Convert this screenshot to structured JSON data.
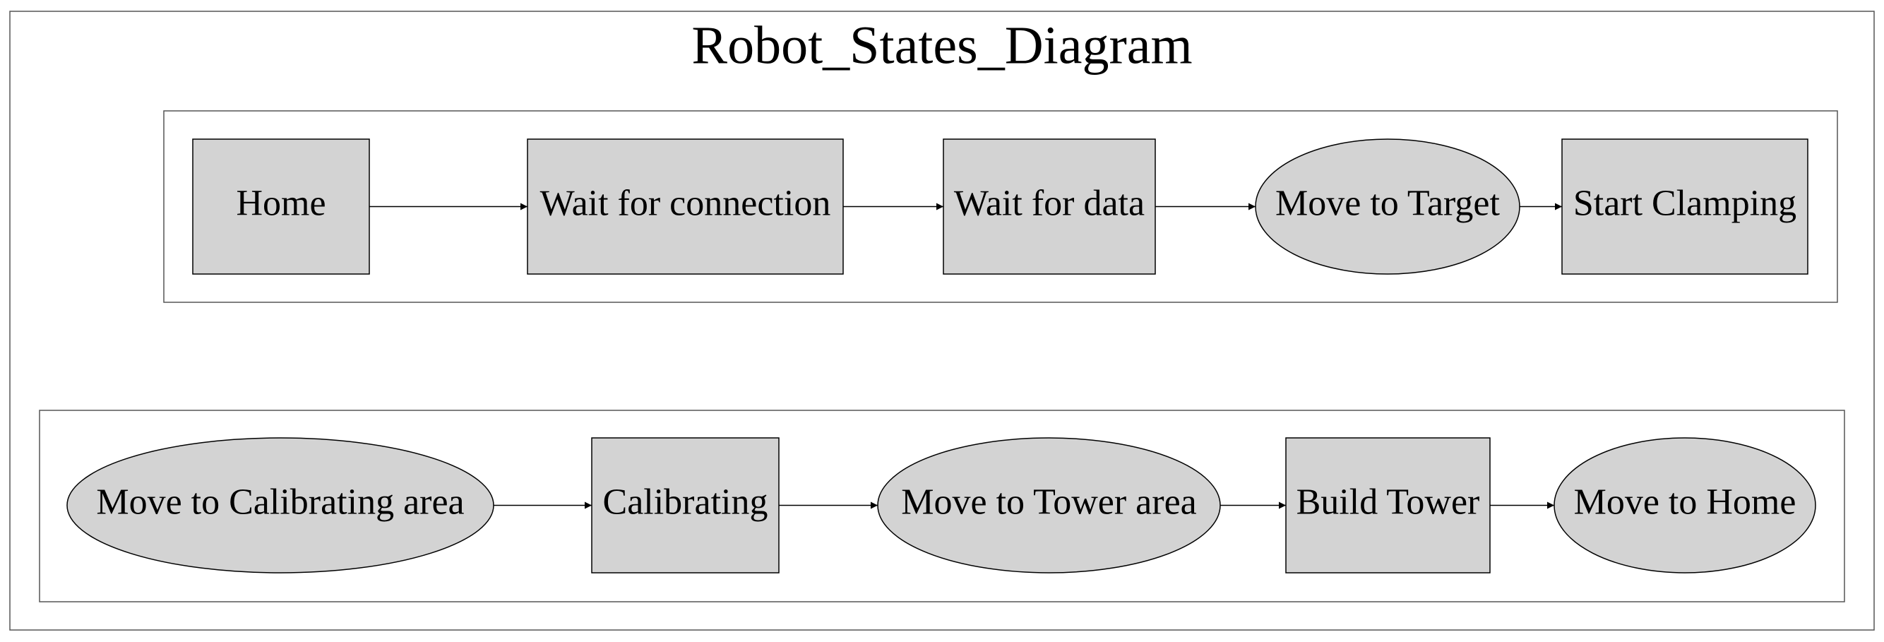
{
  "diagram": {
    "title": "Robot_States_Diagram",
    "colors": {
      "node_fill": "#d3d3d3",
      "stroke": "#000000",
      "frame": "#555555",
      "background": "#ffffff"
    },
    "clusters": [
      {
        "nodes": [
          {
            "label": "Home",
            "shape": "box"
          },
          {
            "label": "Wait for connection",
            "shape": "box"
          },
          {
            "label": "Wait for data",
            "shape": "box"
          },
          {
            "label": "Move to Target",
            "shape": "ellipse"
          },
          {
            "label": "Start Clamping",
            "shape": "box"
          }
        ],
        "edges": [
          [
            0,
            1
          ],
          [
            1,
            2
          ],
          [
            2,
            3
          ],
          [
            3,
            4
          ]
        ]
      },
      {
        "nodes": [
          {
            "label": "Move to Calibrating area",
            "shape": "ellipse"
          },
          {
            "label": "Calibrating",
            "shape": "box"
          },
          {
            "label": "Move to Tower area",
            "shape": "ellipse"
          },
          {
            "label": "Build Tower",
            "shape": "box"
          },
          {
            "label": "Move to Home",
            "shape": "ellipse"
          }
        ],
        "edges": [
          [
            0,
            1
          ],
          [
            1,
            2
          ],
          [
            2,
            3
          ],
          [
            3,
            4
          ]
        ]
      }
    ]
  }
}
